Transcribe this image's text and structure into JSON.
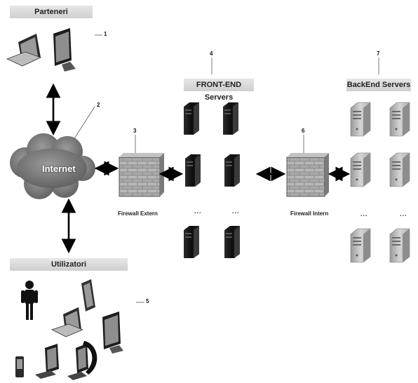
{
  "banners": {
    "partners": "Parteneri",
    "frontend": "FRONT-END Servers",
    "backend": "BackEnd Servers",
    "users": "Utilizatori"
  },
  "labels": {
    "internet": "Internet",
    "firewall_extern": "Firewall Extern",
    "firewall_intern": "Firewall Intern",
    "ellipsis": "..."
  },
  "callouts": [
    "1",
    "2",
    "3",
    "4",
    "5",
    "6",
    "7"
  ]
}
